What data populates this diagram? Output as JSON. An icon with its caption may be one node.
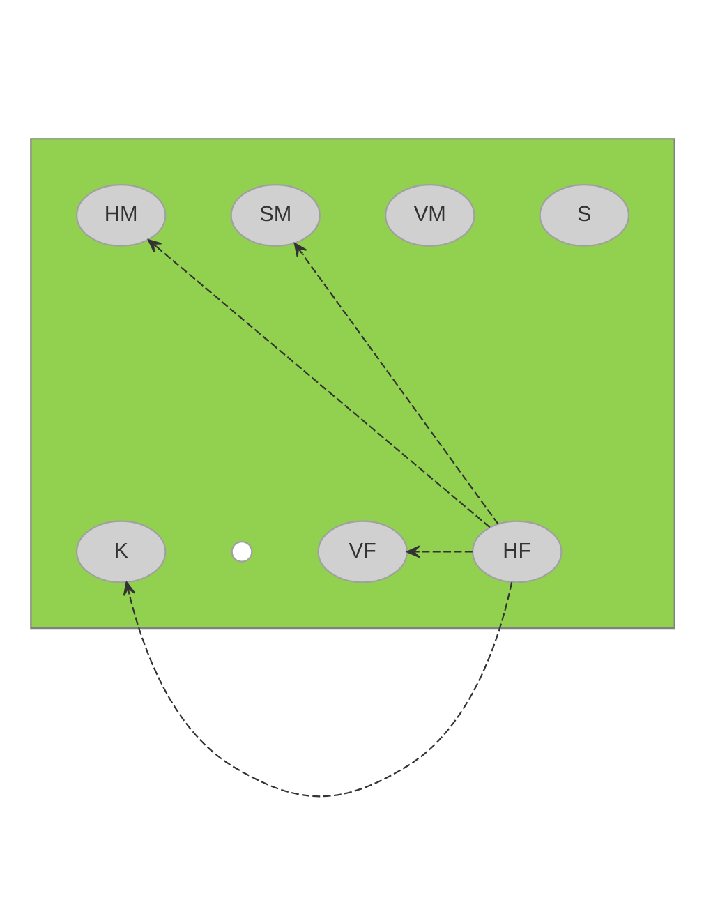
{
  "diagram": {
    "nodes": [
      {
        "text": [],
        "shape": "box"
      },
      {
        "text": [
          "S"
        ],
        "in": 0
      },
      {
        "text": [
          "HM"
        ],
        "in": 0
      },
      {
        "text": [
          "VM"
        ],
        "in": 0
      },
      {
        "text": [
          "SM"
        ],
        "in": 0
      },
      {
        "text": [
          "HF"
        ],
        "in": 0
      },
      {
        "text": [
          "VF"
        ],
        "in": 0
      },
      {
        "text": [],
        "shape": "circle",
        "in": 0
      },
      {
        "text": [
          "K"
        ],
        "in": 0
      }
    ],
    "edges": [
      {
        "from": 5,
        "to": 4,
        "arrow": "to",
        "style": "dashed"
      },
      {
        "from": 5,
        "to": 2,
        "arrow": "to",
        "style": "dashed"
      },
      {
        "from": 5,
        "to": 6,
        "arrow": "to",
        "style": "dashed"
      },
      {
        "from": 5,
        "to": 8,
        "arrow": "to",
        "style": "dashed"
      }
    ]
  }
}
